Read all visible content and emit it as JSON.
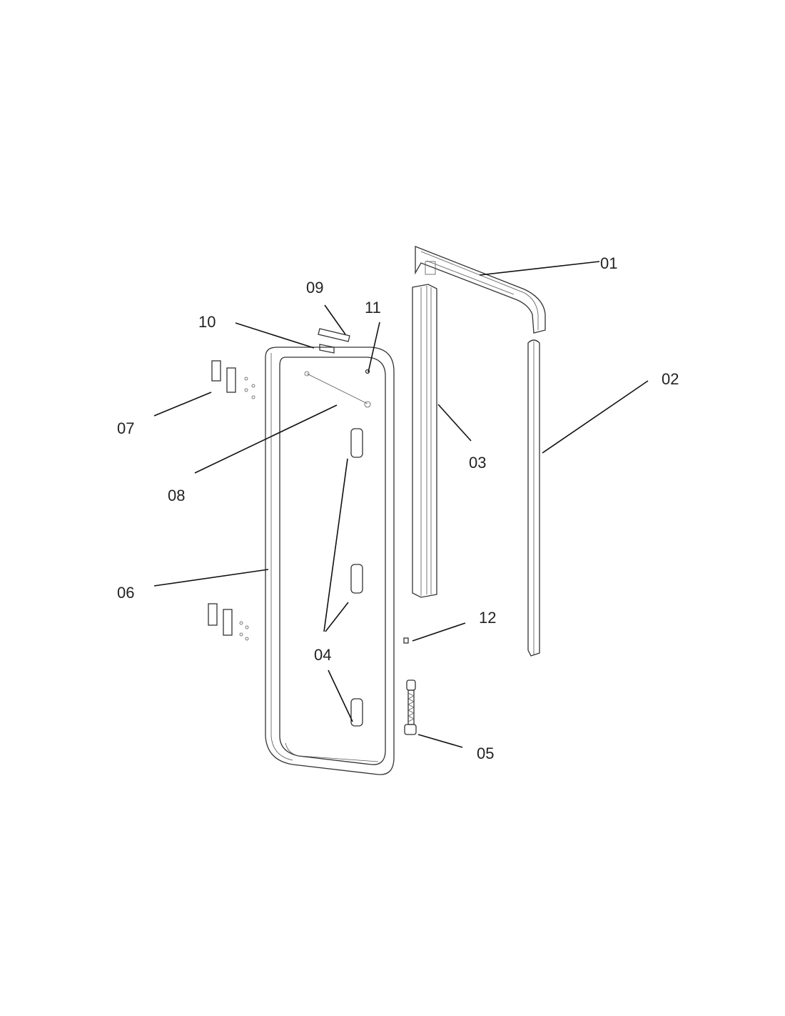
{
  "diagram": {
    "type": "exploded parts diagram",
    "labels": [
      "01",
      "02",
      "03",
      "04",
      "05",
      "06",
      "07",
      "08",
      "09",
      "10",
      "11",
      "12"
    ]
  }
}
